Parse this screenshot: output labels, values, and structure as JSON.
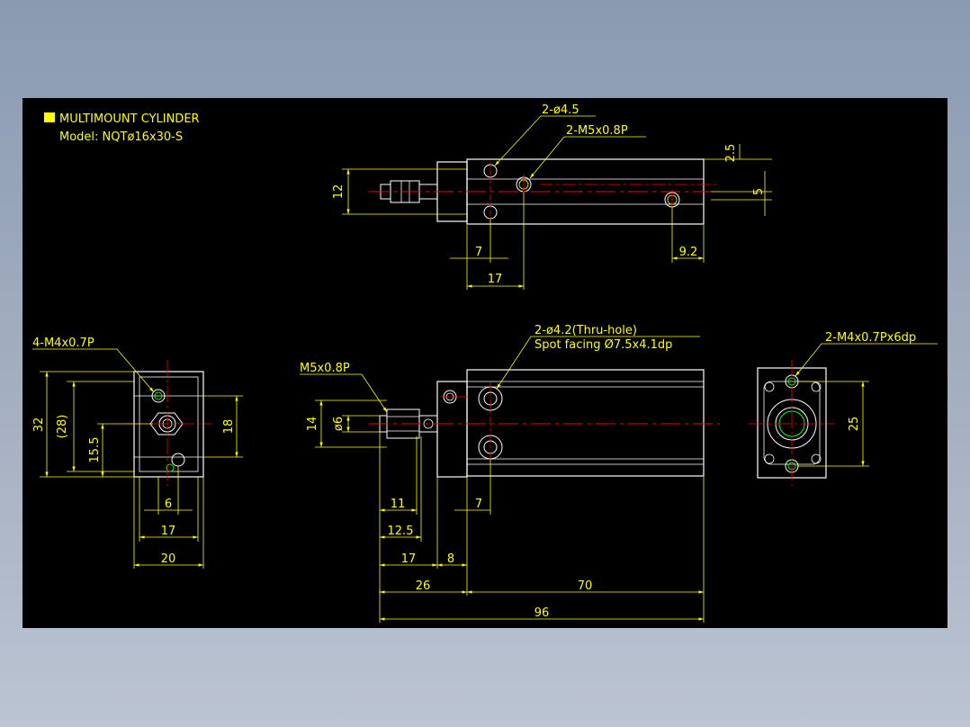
{
  "title": {
    "line1": "MULTIMOUNT CYLINDER",
    "line2": "Model: NQTø16x30-S"
  },
  "colors": {
    "background": "#000000",
    "outline": "#ffffff",
    "dimension": "#ffff00",
    "centerline": "#ff0000",
    "thread": "#00ff00",
    "frame": "#8a9bb0"
  },
  "top_view": {
    "callout_holes": "2-ø4.5",
    "callout_thread": "2-M5x0.8P",
    "dims": {
      "d12": "12",
      "d2_5": "2.5",
      "d5": "5",
      "d7": "7",
      "d17": "17",
      "d9_2": "9.2"
    }
  },
  "left_view": {
    "callout": "4-M4x0.7P",
    "dims": {
      "d32": "32",
      "d28": "(28)",
      "d15_5": "15.5",
      "d18": "18",
      "d6": "6",
      "d17": "17",
      "d20": "20"
    }
  },
  "front_view": {
    "callout_thread": "M5x0.8P",
    "callout_holes_1": "2-ø4.2(Thru-hole)",
    "callout_holes_2": "Spot facing Ø7.5x4.1dp",
    "dims": {
      "d14": "14",
      "d6": "ø6",
      "d11": "11",
      "d12_5": "12.5",
      "d17": "17",
      "d8": "8",
      "d7": "7",
      "d26": "26",
      "d70": "70",
      "d96": "96"
    }
  },
  "right_view": {
    "callout": "2-M4x0.7Px6dp",
    "dims": {
      "d25": "25"
    }
  }
}
